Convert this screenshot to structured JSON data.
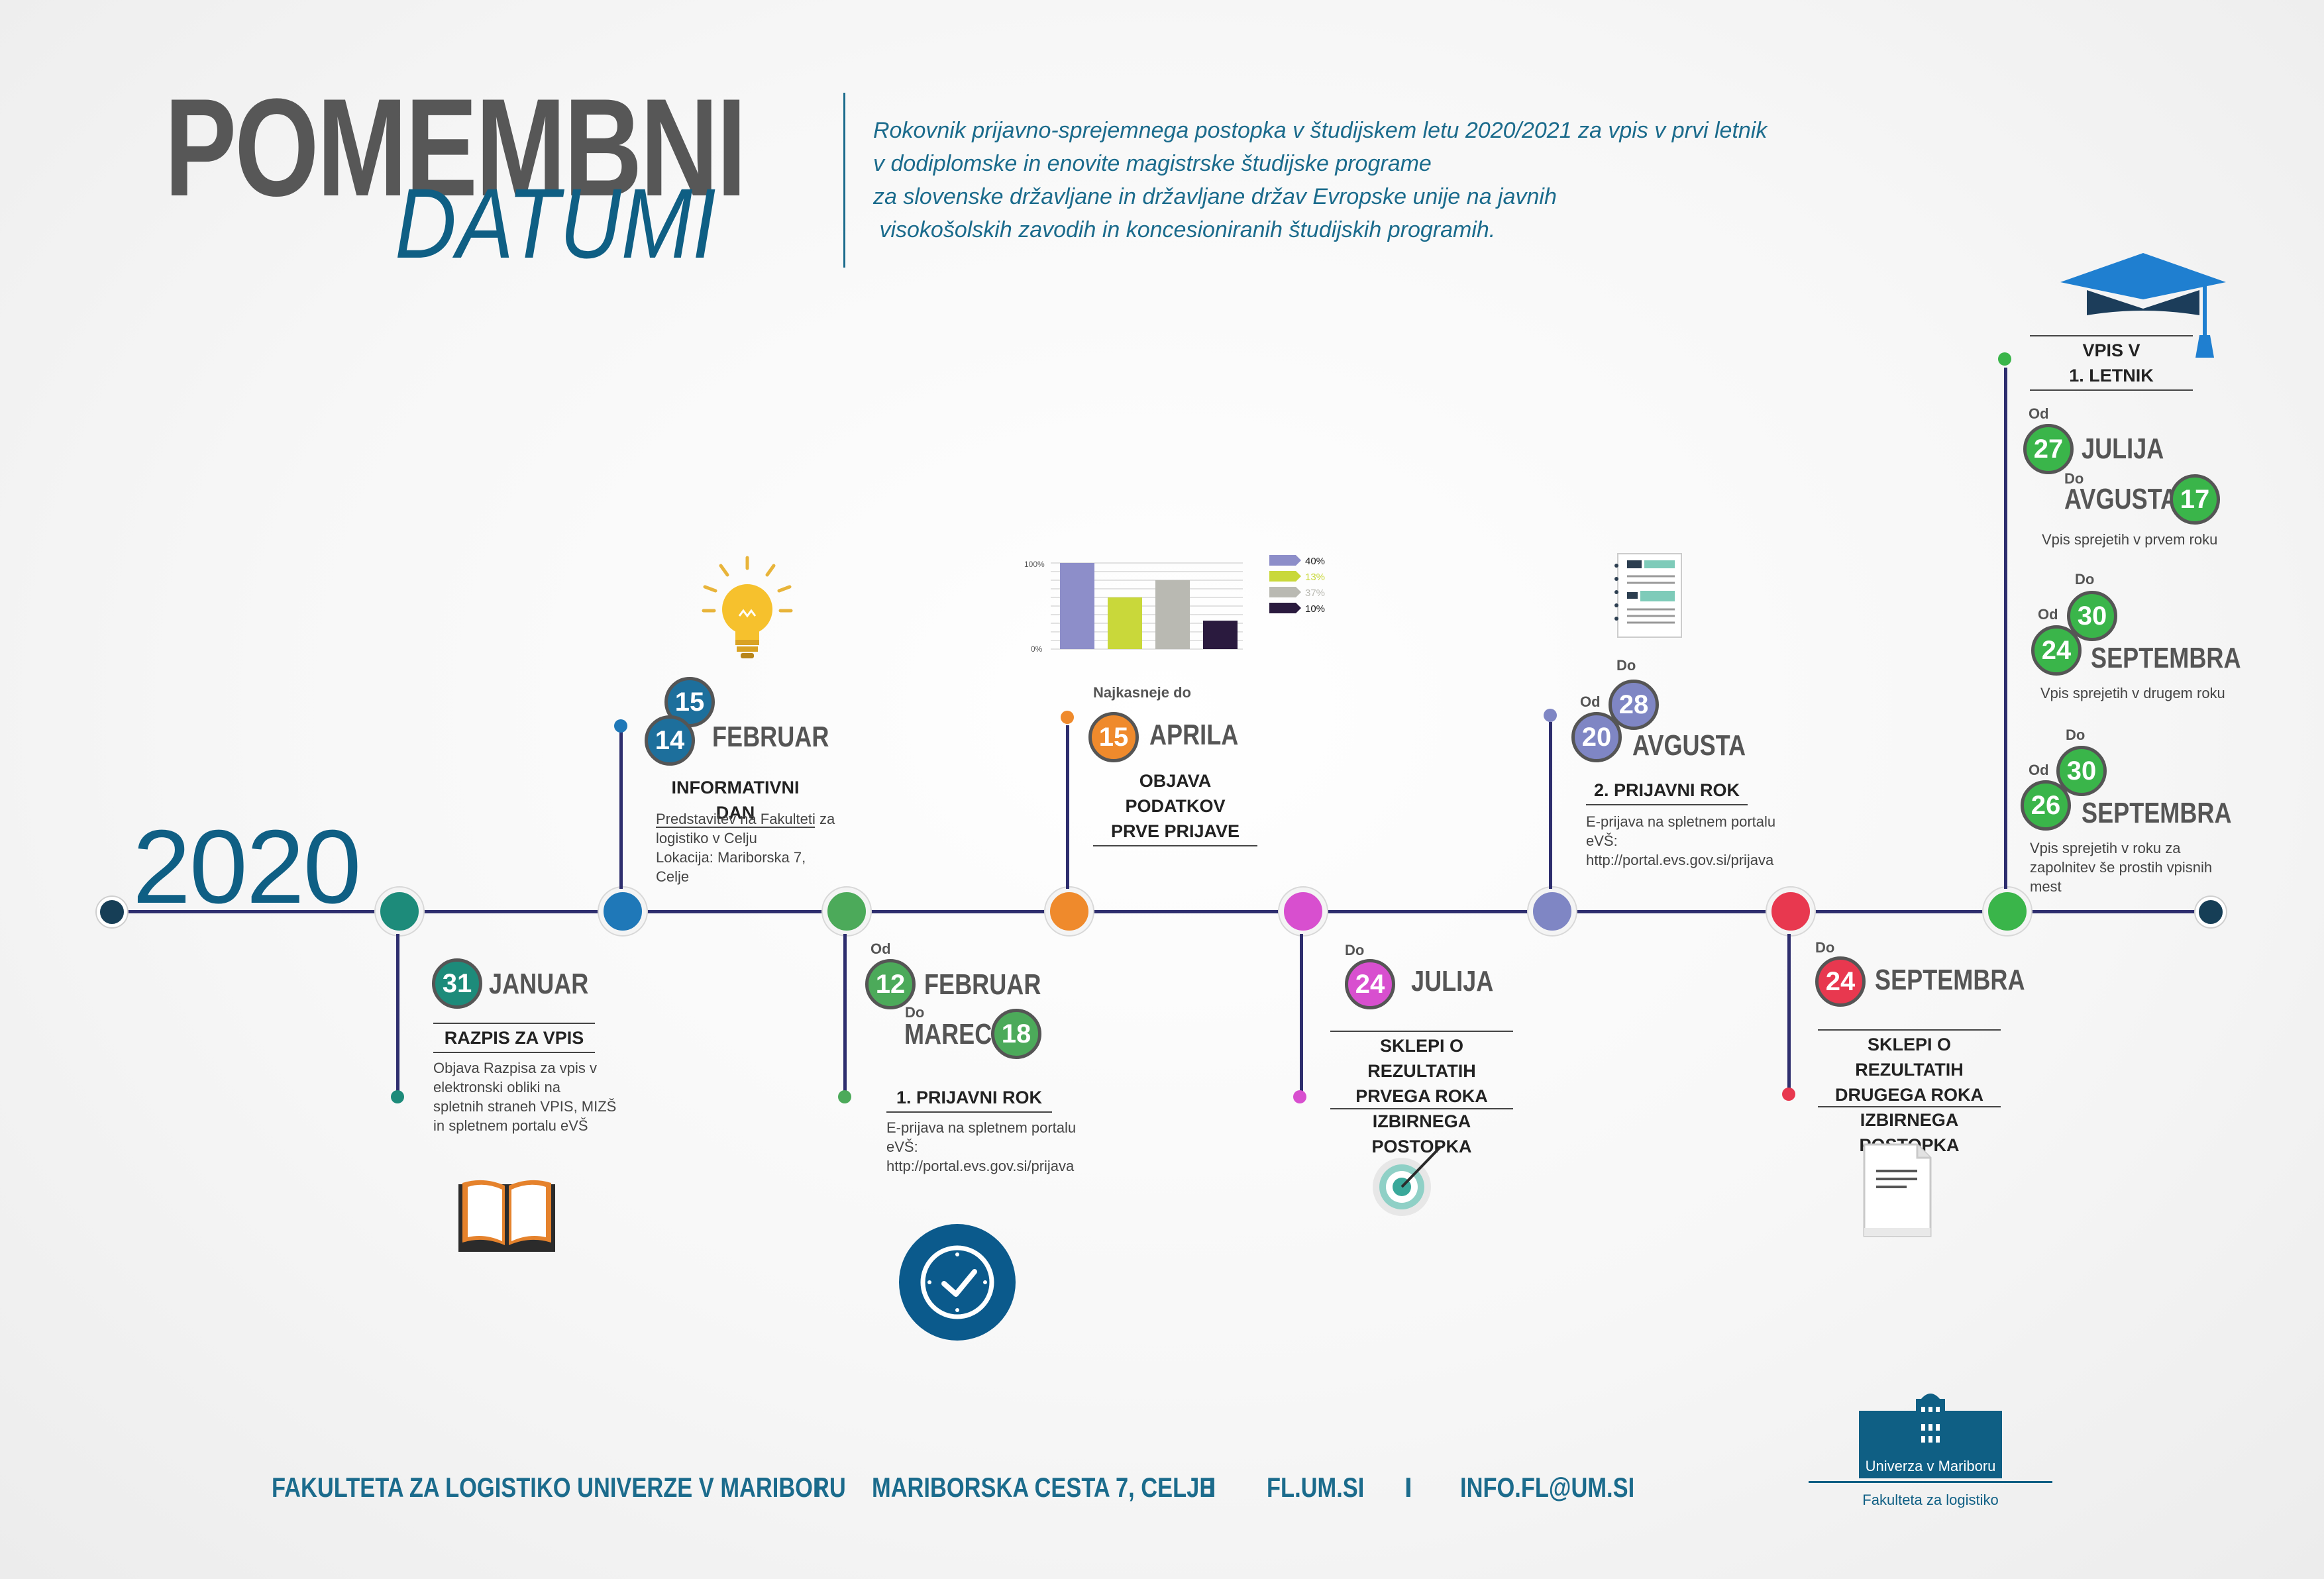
{
  "header": {
    "title_line1": "POMEMBNI",
    "title_line2": "DATUMI",
    "intro_lines": [
      "Rokovnik prijavno-sprejemnega postopka v študijskem letu 2020/2021 za vpis v prvi letnik",
      "v dodiplomske in enovite magistrske študijske programe",
      "za slovenske državljane in državljane držav Evropske unije na javnih",
      " visokošolskih zavodih in koncesioniranih študijskih programih."
    ]
  },
  "year": "2020",
  "events": {
    "e1": {
      "day": "31",
      "month": "JANUAR",
      "title": "RAZPIS ZA VPIS",
      "desc": [
        "Objava Razpisa za vpis v",
        "elektronski obliki na",
        "spletnih straneh VPIS, MIZŠ",
        "in spletnem portalu eVŠ"
      ],
      "color": "#1d8b7a"
    },
    "e2": {
      "day1": "15",
      "day2": "14",
      "month": "FEBRUAR",
      "title": "INFORMATIVNI DAN",
      "desc": [
        "Predstavitev na Fakulteti za",
        "logistiko v Celju",
        "Lokacija: Mariborska 7,",
        "Celje"
      ],
      "color": "#1f78b8"
    },
    "e3": {
      "od_label": "Od",
      "day_from": "12",
      "month_from": "FEBRUAR",
      "do_label": "Do",
      "month_to": "MAREC",
      "day_to": "18",
      "title": "1. PRIJAVNI ROK",
      "desc": [
        "E-prijava na spletnem portalu",
        "eVŠ:",
        "http://portal.evs.gov.si/prijava"
      ],
      "color": "#4caa5a"
    },
    "e4": {
      "pre_label": "Najkasneje do",
      "day": "15",
      "month": "APRILA",
      "title_lines": [
        "OBJAVA PODATKOV",
        "PRVE PRIJAVE"
      ],
      "color": "#ef8a2c"
    },
    "e5": {
      "do_label": "Do",
      "day": "24",
      "month": "JULIJA",
      "title_lines": [
        "SKLEPI O REZULTATIH",
        "PRVEGA ROKA",
        "IZBIRNEGA POSTOPKA"
      ],
      "color": "#d84fcf"
    },
    "e6": {
      "do_label": "Do",
      "od_label": "Od",
      "day_to": "28",
      "day_from": "20",
      "month": "AVGUSTA",
      "title": "2. PRIJAVNI ROK",
      "desc": [
        "E-prijava na spletnem portalu",
        "eVŠ:",
        "http://portal.evs.gov.si/prijava"
      ],
      "color": "#7f86c4"
    },
    "e7": {
      "do_label": "Do",
      "day": "24",
      "month": "SEPTEMBRA",
      "title_lines": [
        "SKLEPI O REZULTATIH",
        "DRUGEGA ROKA",
        "IZBIRNEGA POSTOPKA"
      ],
      "color": "#e8384f"
    },
    "e8": {
      "title_lines": [
        "VPIS V",
        "1. LETNIK"
      ],
      "color": "#3ab54a",
      "r1": {
        "od_label": "Od",
        "day_from": "27",
        "month_from": "JULIJA",
        "do_label": "Do",
        "month_to": "AVGUSTA",
        "day_to": "17",
        "desc": "Vpis sprejetih v prvem roku"
      },
      "r2": {
        "do_label": "Do",
        "od_label": "Od",
        "day_to": "30",
        "day_from": "24",
        "month": "SEPTEMBRA",
        "desc": "Vpis sprejetih v drugem roku"
      },
      "r3": {
        "do_label": "Do",
        "od_label": "Od",
        "day_to": "30",
        "day_from": "26",
        "month": "SEPTEMBRA",
        "desc": [
          "Vpis sprejetih v roku za",
          "zapolnitev še prostih vpisnih",
          "mest"
        ]
      }
    }
  },
  "mini_chart": {
    "y_labels": [
      "100%",
      "0%"
    ],
    "values": [
      100,
      60,
      80,
      33
    ],
    "colors": [
      "#8d8ec9",
      "#c9d83a",
      "#b9b9b2",
      "#2a1a3e"
    ],
    "legend": [
      "40%",
      "13%",
      "37%",
      "10%"
    ]
  },
  "footer": {
    "items": [
      "FAKULTETA ZA LOGISTIKO UNIVERZE V MARIBORU",
      "MARIBORSKA CESTA 7, CELJE",
      "FL.UM.SI",
      "INFO.FL@UM.SI"
    ],
    "separator": "I"
  },
  "logo": {
    "name": "Univerza v Mariboru",
    "faculty": "Fakulteta za logistiko"
  },
  "icons": [
    "book-icon",
    "lightbulb-icon",
    "clock-icon",
    "bar-chart-icon",
    "target-icon",
    "document-icon",
    "document-list-icon",
    "graduation-cap-icon"
  ]
}
